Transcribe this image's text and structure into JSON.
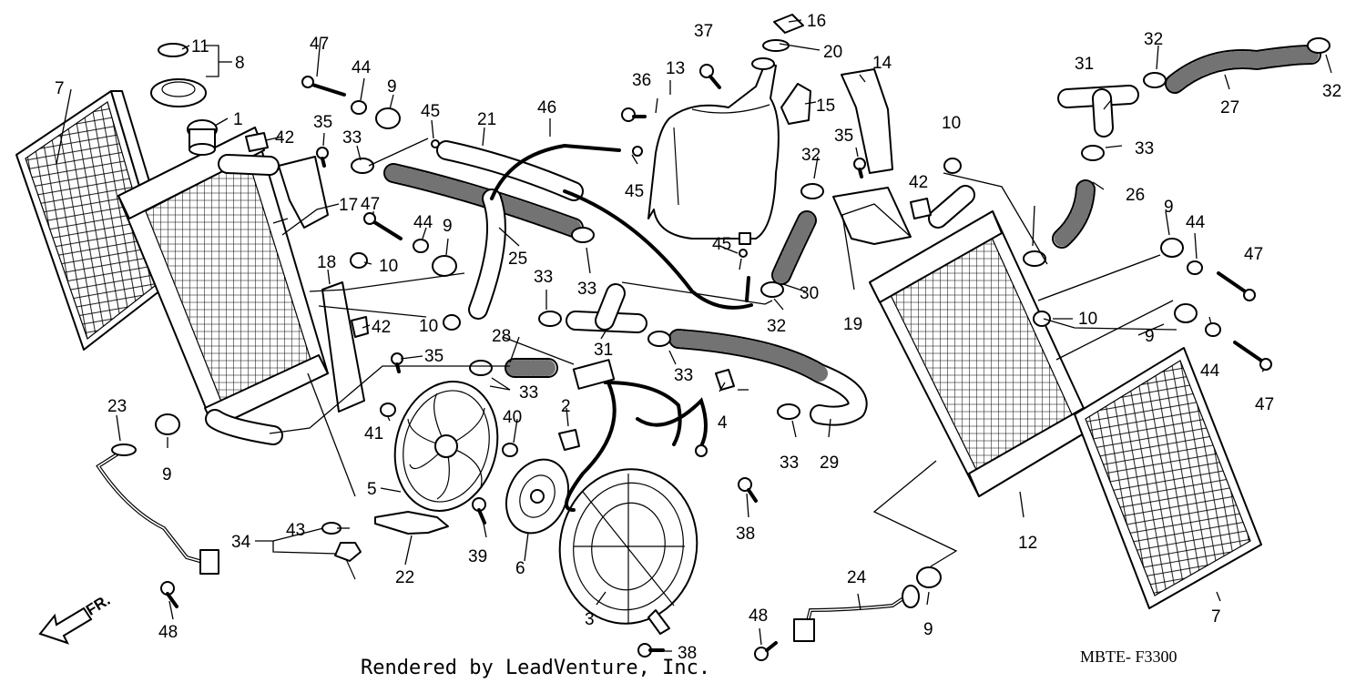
{
  "diagram": {
    "footer": "Rendered by LeadVenture, Inc.",
    "code": "MBTE- F3300",
    "direction_label": "FR.",
    "callouts": [
      {
        "id": "c1",
        "text": "1"
      },
      {
        "id": "c2",
        "text": "2"
      },
      {
        "id": "c3",
        "text": "3"
      },
      {
        "id": "c4",
        "text": "4"
      },
      {
        "id": "c5",
        "text": "5"
      },
      {
        "id": "c6",
        "text": "6"
      },
      {
        "id": "c7a",
        "text": "7"
      },
      {
        "id": "c7b",
        "text": "7"
      },
      {
        "id": "c8",
        "text": "8"
      },
      {
        "id": "c9a",
        "text": "9"
      },
      {
        "id": "c9b",
        "text": "9"
      },
      {
        "id": "c9c",
        "text": "9"
      },
      {
        "id": "c9d",
        "text": "9"
      },
      {
        "id": "c9e",
        "text": "9"
      },
      {
        "id": "c9f",
        "text": "9"
      },
      {
        "id": "c10a",
        "text": "10"
      },
      {
        "id": "c10b",
        "text": "10"
      },
      {
        "id": "c10c",
        "text": "10"
      },
      {
        "id": "c10d",
        "text": "10"
      },
      {
        "id": "c11",
        "text": "11"
      },
      {
        "id": "c12",
        "text": "12"
      },
      {
        "id": "c13",
        "text": "13"
      },
      {
        "id": "c14",
        "text": "14"
      },
      {
        "id": "c15",
        "text": "15"
      },
      {
        "id": "c16",
        "text": "16"
      },
      {
        "id": "c17",
        "text": "17"
      },
      {
        "id": "c18",
        "text": "18"
      },
      {
        "id": "c19",
        "text": "19"
      },
      {
        "id": "c20",
        "text": "20"
      },
      {
        "id": "c21",
        "text": "21"
      },
      {
        "id": "c22",
        "text": "22"
      },
      {
        "id": "c23",
        "text": "23"
      },
      {
        "id": "c24",
        "text": "24"
      },
      {
        "id": "c25",
        "text": "25"
      },
      {
        "id": "c26",
        "text": "26"
      },
      {
        "id": "c27",
        "text": "27"
      },
      {
        "id": "c28",
        "text": "28"
      },
      {
        "id": "c29",
        "text": "29"
      },
      {
        "id": "c30",
        "text": "30"
      },
      {
        "id": "c31a",
        "text": "31"
      },
      {
        "id": "c31b",
        "text": "31"
      },
      {
        "id": "c32a",
        "text": "32"
      },
      {
        "id": "c32b",
        "text": "32"
      },
      {
        "id": "c32c",
        "text": "32"
      },
      {
        "id": "c32d",
        "text": "32"
      },
      {
        "id": "c33a",
        "text": "33"
      },
      {
        "id": "c33b",
        "text": "33"
      },
      {
        "id": "c33c",
        "text": "33"
      },
      {
        "id": "c33d",
        "text": "33"
      },
      {
        "id": "c33e",
        "text": "33"
      },
      {
        "id": "c33f",
        "text": "33"
      },
      {
        "id": "c33g",
        "text": "33"
      },
      {
        "id": "c34",
        "text": "34"
      },
      {
        "id": "c35a",
        "text": "35"
      },
      {
        "id": "c35b",
        "text": "35"
      },
      {
        "id": "c35c",
        "text": "35"
      },
      {
        "id": "c36",
        "text": "36"
      },
      {
        "id": "c37",
        "text": "37"
      },
      {
        "id": "c38a",
        "text": "38"
      },
      {
        "id": "c38b",
        "text": "38"
      },
      {
        "id": "c39",
        "text": "39"
      },
      {
        "id": "c40",
        "text": "40"
      },
      {
        "id": "c41",
        "text": "41"
      },
      {
        "id": "c42a",
        "text": "42"
      },
      {
        "id": "c42b",
        "text": "42"
      },
      {
        "id": "c42c",
        "text": "42"
      },
      {
        "id": "c43",
        "text": "43"
      },
      {
        "id": "c44a",
        "text": "44"
      },
      {
        "id": "c44b",
        "text": "44"
      },
      {
        "id": "c44c",
        "text": "44"
      },
      {
        "id": "c44d",
        "text": "44"
      },
      {
        "id": "c45a",
        "text": "45"
      },
      {
        "id": "c45b",
        "text": "45"
      },
      {
        "id": "c45c",
        "text": "45"
      },
      {
        "id": "c46",
        "text": "46"
      },
      {
        "id": "c47a",
        "text": "47"
      },
      {
        "id": "c47b",
        "text": "47"
      },
      {
        "id": "c47c",
        "text": "47"
      },
      {
        "id": "c47d",
        "text": "47"
      },
      {
        "id": "c48a",
        "text": "48"
      },
      {
        "id": "c48b",
        "text": "48"
      }
    ]
  }
}
